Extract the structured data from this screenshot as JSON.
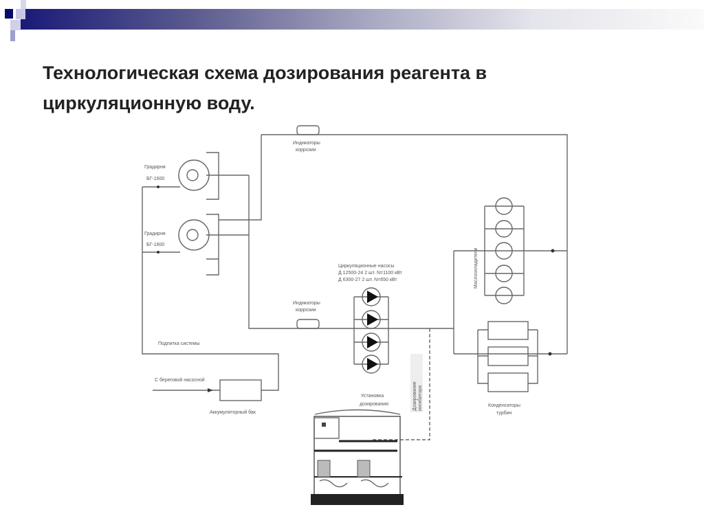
{
  "slide": {
    "title": "Технологическая схема дозирования реагента в циркуляционную воду.",
    "accent_color": "#1a1a78"
  },
  "diagram": {
    "cooling_tower_1": {
      "name": "Градирня",
      "model": "БГ-1600"
    },
    "cooling_tower_2": {
      "name": "Градирня",
      "model": "БГ-1600"
    },
    "corrosion_indicators_top": [
      "Индикаторы",
      "коррозии"
    ],
    "corrosion_indicators_bottom": [
      "Индикаторы",
      "коррозии"
    ],
    "pumps_label": [
      "Циркуляционные насосы",
      "Д 12500-24  2 шт. N=1100 кВт",
      "Д 6300-27  2 шт. N=650 кВт"
    ],
    "makeup_label": "Подпитка системы",
    "intake_label": "С береговой насосной",
    "tank_label": "Аккумуляторный бак",
    "dosing_unit_label": [
      "Установка",
      "дозирования"
    ],
    "dosing_line_label": [
      "Дозирование",
      "ингибитора"
    ],
    "oil_coolers_label": "Маслоохладители",
    "condensers_label": [
      "Конденсаторы",
      "турбин"
    ]
  }
}
